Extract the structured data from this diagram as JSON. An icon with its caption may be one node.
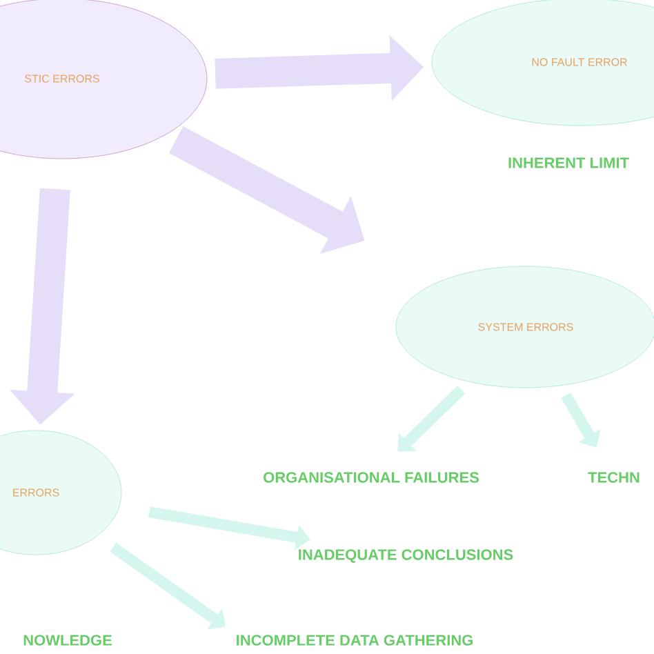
{
  "diagram": {
    "nodes": [
      {
        "text": [
          "STIC ERRORS"
        ]
      },
      {
        "text": [
          "NO FAULT ERROR"
        ]
      },
      {
        "text": [
          "SYSTEM ERRORS"
        ]
      },
      {
        "text": [
          "ERRORS"
        ]
      },
      {
        "text": [
          "ORGANISATIONAL FAILURES"
        ]
      },
      {
        "text": [
          "TECHN"
        ]
      },
      {
        "text": [
          "INADEQUATE CONCLUSIONS"
        ]
      },
      {
        "text": [
          "INCOMPLETE DATA GATHERING"
        ]
      }
    ],
    "edges": [
      {
        "from": 0,
        "to": 1,
        "arrow": "to",
        "style": "thick",
        "color": "#e6ddf8"
      },
      {
        "from": 0,
        "to": 2,
        "arrow": "to",
        "style": "thick",
        "color": "#e6ddf8"
      },
      {
        "from": 0,
        "to": 3,
        "arrow": "to",
        "style": "thick",
        "color": "#e6ddf8"
      },
      {
        "from": 2,
        "to": 4,
        "arrow": "to"
      },
      {
        "from": 2,
        "to": 5,
        "arrow": "to"
      },
      {
        "from": 3,
        "to": 6,
        "arrow": "to"
      },
      {
        "from": 3,
        "to": 7,
        "arrow": "to"
      }
    ],
    "labels": [
      "INHERENT LIMIT",
      "NOWLEDGE"
    ]
  }
}
